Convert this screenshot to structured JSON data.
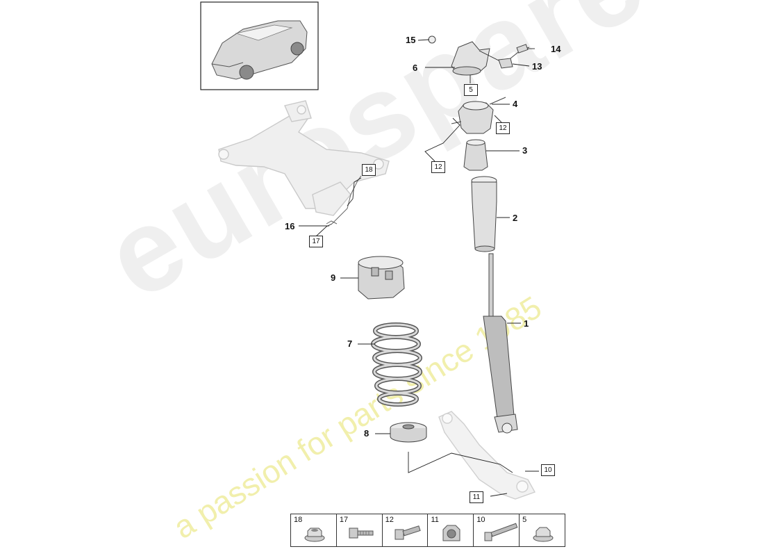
{
  "watermark": {
    "brand": "eurospares",
    "tagline": "a passion for parts since 1985"
  },
  "callouts": [
    {
      "id": "15",
      "label": "15"
    },
    {
      "id": "14",
      "label": "14"
    },
    {
      "id": "6",
      "label": "6"
    },
    {
      "id": "13",
      "label": "13"
    },
    {
      "id": "4",
      "label": "4"
    },
    {
      "id": "3",
      "label": "3"
    },
    {
      "id": "2",
      "label": "2"
    },
    {
      "id": "16",
      "label": "16"
    },
    {
      "id": "9",
      "label": "9"
    },
    {
      "id": "1",
      "label": "1"
    },
    {
      "id": "7",
      "label": "7"
    },
    {
      "id": "8",
      "label": "8"
    }
  ],
  "boxed_callouts": [
    {
      "id": "5",
      "label": "5"
    },
    {
      "id": "12a",
      "label": "12"
    },
    {
      "id": "12b",
      "label": "12"
    },
    {
      "id": "18",
      "label": "18"
    },
    {
      "id": "17",
      "label": "17"
    },
    {
      "id": "10",
      "label": "10"
    },
    {
      "id": "11",
      "label": "11"
    }
  ],
  "fastener_table": [
    {
      "num": "18",
      "icon": "flange-nut-icon"
    },
    {
      "num": "17",
      "icon": "bolt-icon"
    },
    {
      "num": "12",
      "icon": "bolt-icon"
    },
    {
      "num": "11",
      "icon": "bushing-nut-icon"
    },
    {
      "num": "10",
      "icon": "long-bolt-icon"
    },
    {
      "num": "5",
      "icon": "hex-nut-icon"
    }
  ]
}
